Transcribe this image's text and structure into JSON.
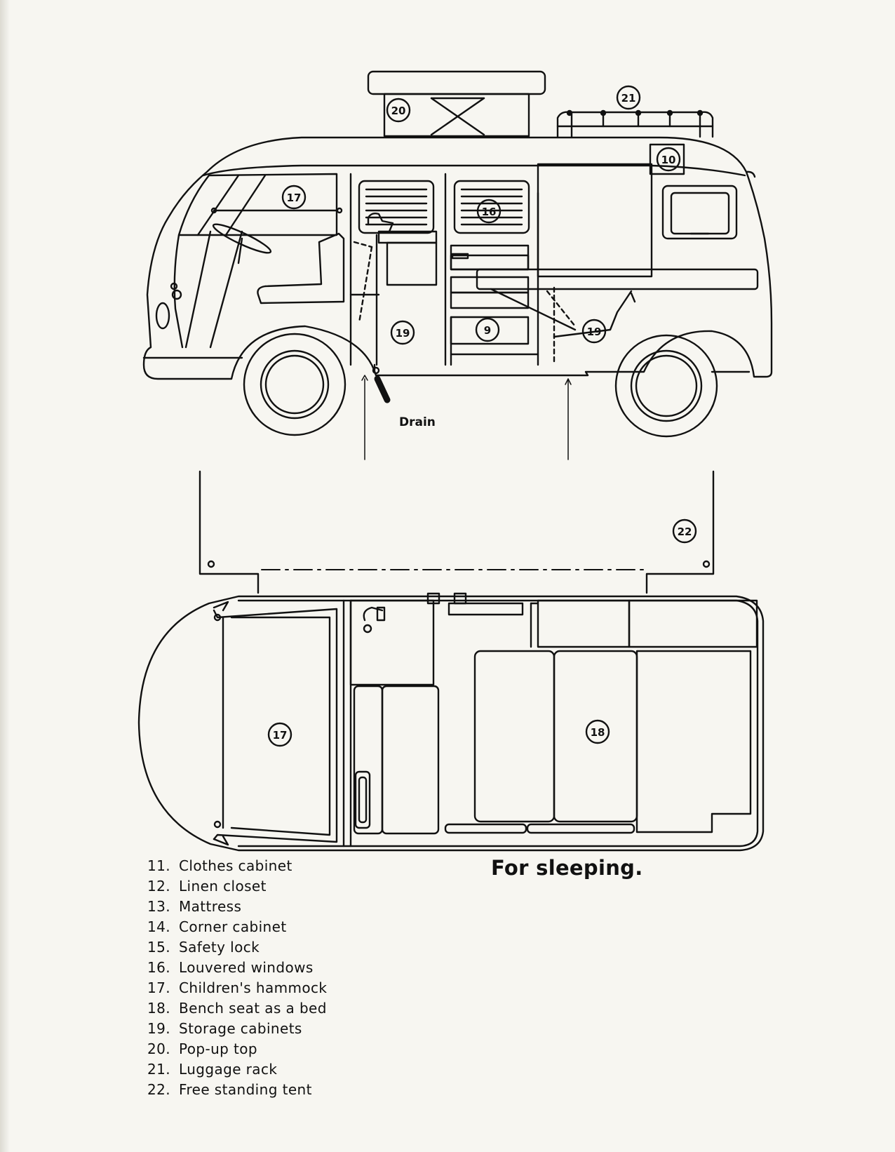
{
  "callouts": {
    "c20": "20",
    "c21": "21",
    "c10": "10",
    "c17_side": "17",
    "c16": "16",
    "c19_front": "19",
    "c9": "9",
    "c19_rear": "19",
    "c22": "22",
    "c17_plan": "17",
    "c18": "18"
  },
  "drain_label": "Drain",
  "caption": "For sleeping.",
  "legend": [
    {
      "num": "11.",
      "label": "Clothes cabinet"
    },
    {
      "num": "12.",
      "label": "Linen closet"
    },
    {
      "num": "13.",
      "label": "Mattress"
    },
    {
      "num": "14.",
      "label": "Corner cabinet"
    },
    {
      "num": "15.",
      "label": "Safety lock"
    },
    {
      "num": "16.",
      "label": "Louvered windows"
    },
    {
      "num": "17.",
      "label": "Children's hammock"
    },
    {
      "num": "18.",
      "label": "Bench seat as a bed"
    },
    {
      "num": "19.",
      "label": "Storage cabinets"
    },
    {
      "num": "20.",
      "label": "Pop-up top"
    },
    {
      "num": "21.",
      "label": "Luggage rack"
    },
    {
      "num": "22.",
      "label": "Free standing tent"
    }
  ],
  "colors": {
    "paper": "#f7f6f1",
    "ink": "#111111"
  }
}
